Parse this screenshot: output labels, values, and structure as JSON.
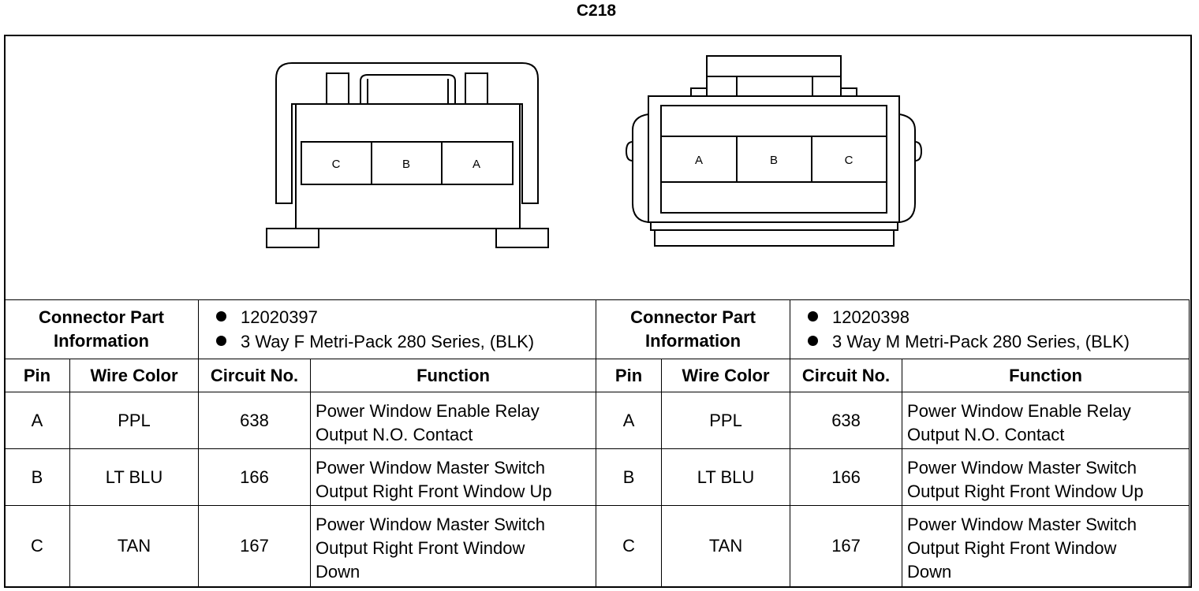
{
  "title": "C218",
  "female_connector": {
    "cavities": [
      "C",
      "B",
      "A"
    ],
    "part_label": [
      "Connector Part",
      "Information"
    ],
    "part_info": [
      "12020397",
      "3 Way F Metri-Pack 280 Series, (BLK)"
    ]
  },
  "male_connector": {
    "cavities": [
      "A",
      "B",
      "C"
    ],
    "part_label": [
      "Connector Part",
      "Information"
    ],
    "part_info": [
      "12020398",
      "3 Way M Metri-Pack 280 Series, (BLK)"
    ]
  },
  "columns": [
    "Pin",
    "Wire Color",
    "Circuit No.",
    "Function"
  ],
  "left_rows": [
    {
      "pin": "A",
      "color": "PPL",
      "circuit": "638",
      "function": [
        "Power Window Enable Relay",
        "Output N.O. Contact"
      ]
    },
    {
      "pin": "B",
      "color": "LT BLU",
      "circuit": "166",
      "function": [
        "Power Window Master Switch",
        "Output Right Front Window Up"
      ]
    },
    {
      "pin": "C",
      "color": "TAN",
      "circuit": "167",
      "function": [
        "Power Window Master Switch",
        "Output Right Front Window",
        "Down"
      ]
    }
  ],
  "right_rows": [
    {
      "pin": "A",
      "color": "PPL",
      "circuit": "638",
      "function": [
        "Power Window Enable Relay",
        "Output N.O. Contact"
      ]
    },
    {
      "pin": "B",
      "color": "LT BLU",
      "circuit": "166",
      "function": [
        "Power Window Master Switch",
        "Output Right Front Window Up"
      ]
    },
    {
      "pin": "C",
      "color": "TAN",
      "circuit": "167",
      "function": [
        "Power Window Master Switch",
        "Output Right Front Window",
        "Down"
      ]
    }
  ]
}
